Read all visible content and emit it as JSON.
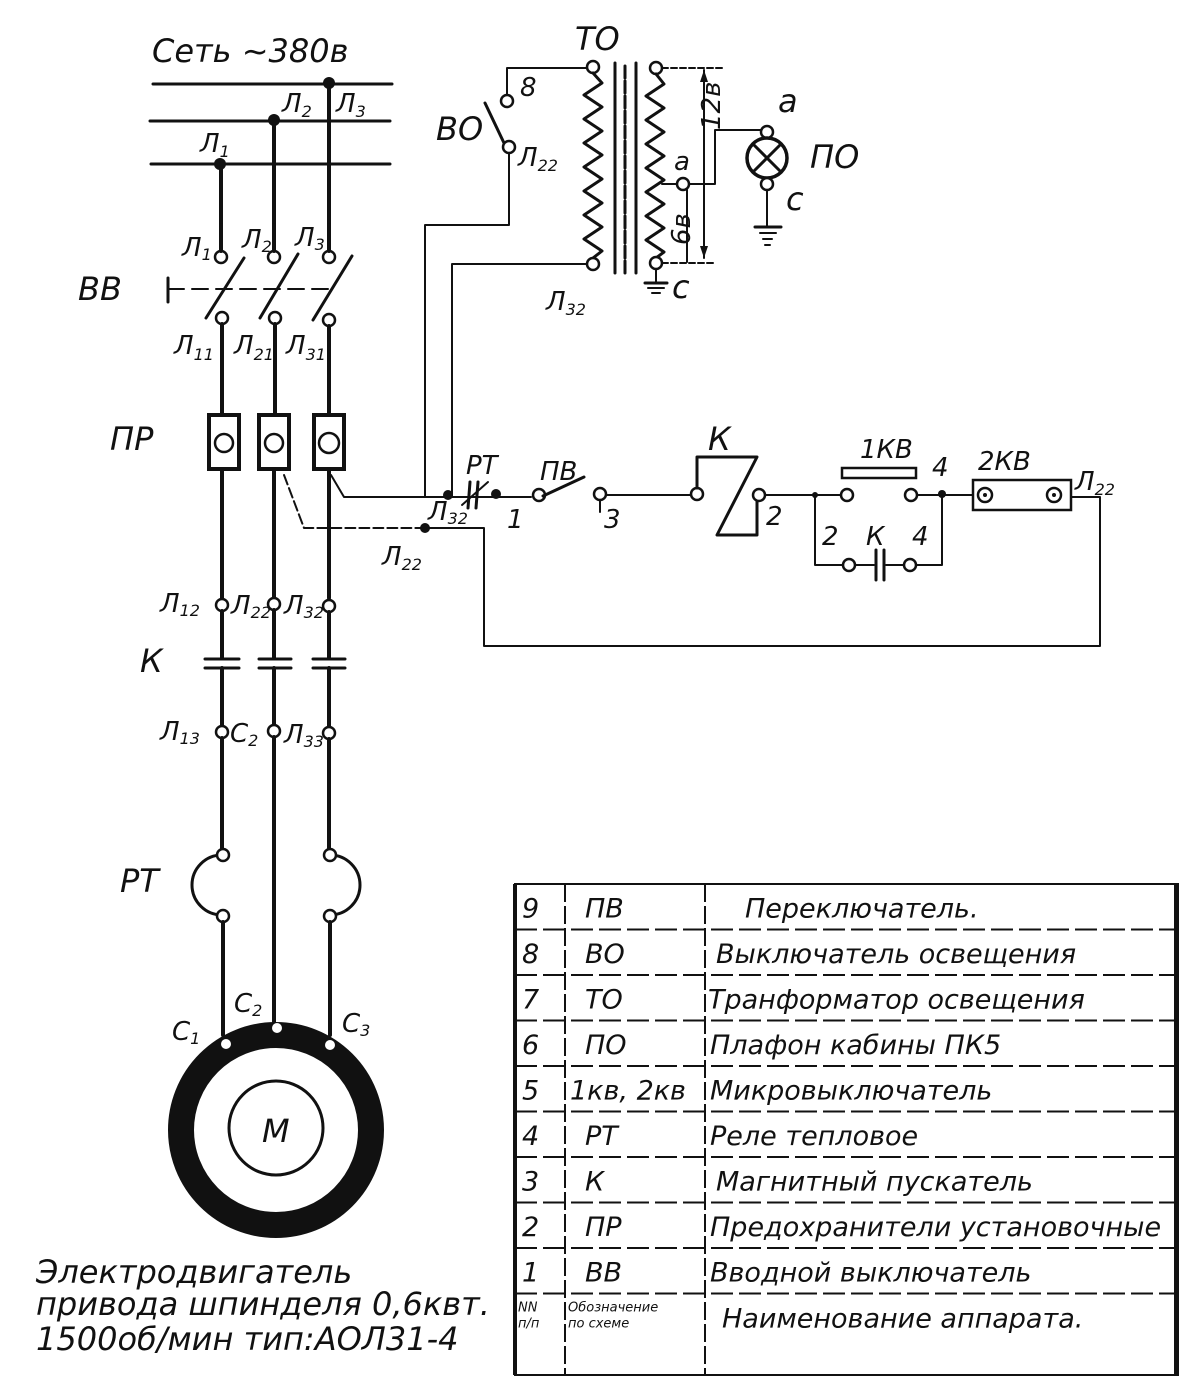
{
  "title": "Сеть ~380в",
  "mains": {
    "phases": [
      {
        "label": "Л",
        "sub": "1"
      },
      {
        "label": "Л",
        "sub": "2"
      },
      {
        "label": "Л",
        "sub": "3"
      }
    ]
  },
  "components": {
    "input_switch": {
      "name": "ВВ",
      "in_terminals": [
        {
          "label": "Л",
          "sub": "1"
        },
        {
          "label": "Л",
          "sub": "2"
        },
        {
          "label": "Л",
          "sub": "3"
        }
      ],
      "out_terminals": [
        {
          "label": "Л",
          "sub": "11"
        },
        {
          "label": "Л",
          "sub": "21"
        },
        {
          "label": "Л",
          "sub": "31"
        }
      ]
    },
    "fuses": {
      "name": "ПР"
    },
    "contactor": {
      "name": "К",
      "in_terminals": [
        {
          "label": "Л",
          "sub": "12"
        },
        {
          "label": "Л",
          "sub": "22"
        },
        {
          "label": "Л",
          "sub": "32"
        }
      ],
      "out_terminals": [
        {
          "label": "Л",
          "sub": "13"
        },
        {
          "label": "C",
          "sub": "2"
        },
        {
          "label": "Л",
          "sub": "33"
        }
      ]
    },
    "thermal_relay": {
      "name": "РТ"
    },
    "motor": {
      "symbol": "М",
      "terminals": [
        {
          "label": "C",
          "sub": "1"
        },
        {
          "label": "C",
          "sub": "2"
        },
        {
          "label": "C",
          "sub": "3"
        }
      ],
      "caption_lines": [
        "Электродвигатель",
        "привода шпинделя 0,6квт.",
        "1500об/мин   тип:АОЛ31-4"
      ]
    },
    "lighting_switch": {
      "name": "ВО",
      "terminal_top": "8",
      "terminal_bottom": {
        "label": "Л",
        "sub": "22"
      }
    },
    "transformer": {
      "name": "ТО",
      "primary_bottom": {
        "label": "Л",
        "sub": "32"
      },
      "tap_a": "а",
      "tap_c": "с",
      "voltage_full": "12в",
      "voltage_tap": "6в"
    },
    "lamp": {
      "name": "ПО",
      "terminal_a": "а",
      "terminal_c": "с"
    },
    "control_circuit": {
      "node_l32": {
        "label": "Л",
        "sub": "32"
      },
      "node_l22_left": {
        "label": "Л",
        "sub": "22"
      },
      "node_l22_right": {
        "label": "Л",
        "sub": "22"
      },
      "relay_contact": "РТ",
      "switch": "ПВ",
      "coil": "К",
      "aux_contact": "К",
      "microswitch_1": "1КВ",
      "microswitch_2": "2КВ",
      "wire_numbers": [
        "1",
        "3",
        "2",
        "4",
        "2",
        "4"
      ]
    }
  },
  "legend_table": {
    "rows": [
      {
        "num": "9",
        "code": "ПВ",
        "name": "Переключатель."
      },
      {
        "num": "8",
        "code": "ВО",
        "name": "Выключатель освещения"
      },
      {
        "num": "7",
        "code": "ТО",
        "name": "Транформатор освещения"
      },
      {
        "num": "6",
        "code": "ПО",
        "name": "Плафон кабины ПК5"
      },
      {
        "num": "5",
        "code": "1кв, 2кв",
        "name": "Микровыключатель"
      },
      {
        "num": "4",
        "code": "РТ",
        "name": "Реле тепловое"
      },
      {
        "num": "3",
        "code": "К",
        "name": "Магнитный пускатель"
      },
      {
        "num": "2",
        "code": "ПР",
        "name": "Предохранители установочные"
      },
      {
        "num": "1",
        "code": "ВВ",
        "name": "Вводной выключатель"
      }
    ],
    "header": {
      "num_line1": "NN",
      "num_line2": "п/п",
      "code_line1": "Обозначение",
      "code_line2": "по схеме",
      "name": "Наименование аппарата."
    }
  }
}
